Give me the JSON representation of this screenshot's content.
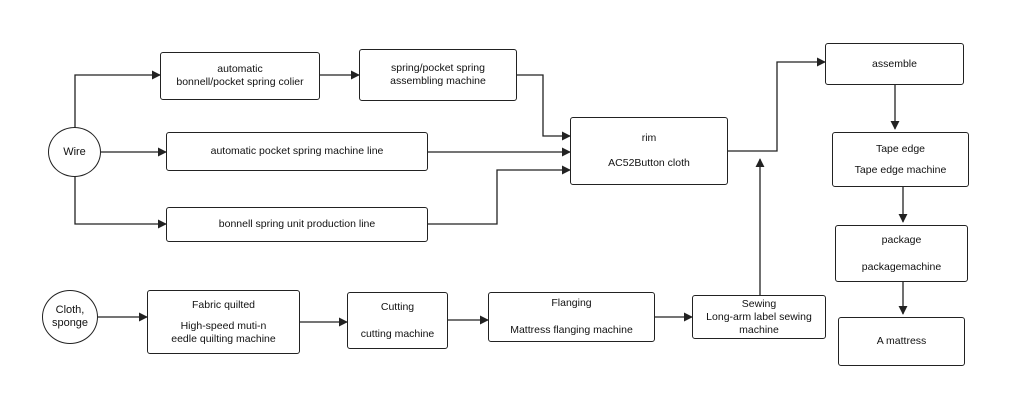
{
  "nodes": {
    "wire": "Wire",
    "cloth": {
      "line1": "Cloth,",
      "line2": "sponge"
    },
    "colier": {
      "line1": "automatic",
      "line2": "bonnell/pocket spring colier"
    },
    "assembling": {
      "line1": "spring/pocket spring",
      "line2": "assembling machine"
    },
    "pocket_line": "automatic pocket spring machine line",
    "bonnell_line": "bonnell spring unit production line",
    "rim": {
      "line1": "rim",
      "line2": "AC52Button cloth"
    },
    "assemble": "assemble",
    "tape": {
      "line1": "Tape edge",
      "line2": "Tape edge machine"
    },
    "package": {
      "line1": "package",
      "line2": "packagemachine"
    },
    "mattress": "A mattress",
    "quilted": {
      "line1": "Fabric quilted",
      "line2": "High-speed muti-n",
      "line3": "eedle quilting machine"
    },
    "cutting": {
      "line1": "Cutting",
      "line2": "cutting machine"
    },
    "flanging": {
      "line1": "Flanging",
      "line2": "Mattress flanging machine"
    },
    "sewing": {
      "line1": "Sewing",
      "line2": "Long-arm label sewing",
      "line3": "machine"
    }
  }
}
